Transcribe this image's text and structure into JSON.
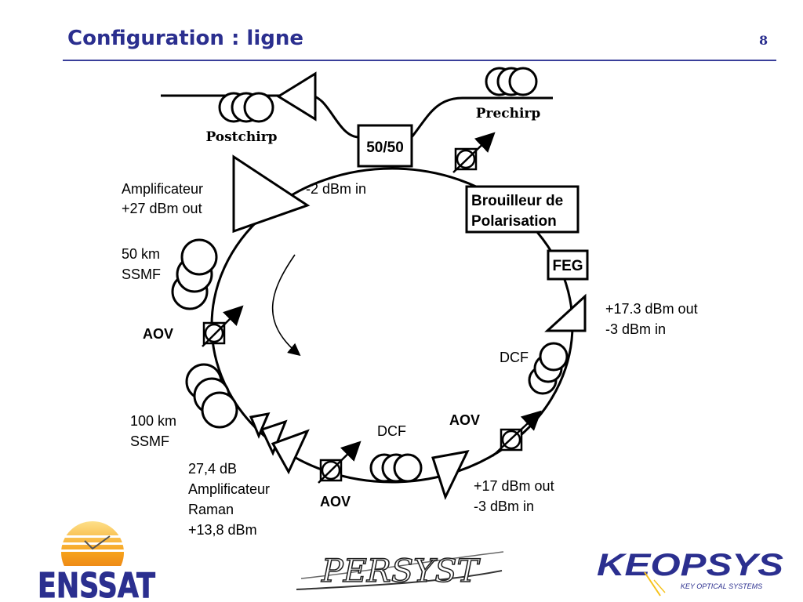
{
  "header": {
    "title": "Configuration : ligne",
    "page_number": "8"
  },
  "diagram": {
    "coupler": "50/50",
    "postchirp": "Postchirp",
    "prechirp": "Prechirp",
    "amp_top_line1": "Amplificateur",
    "amp_top_line2": "+27 dBm out",
    "amp_top_in": "-2 dBm in",
    "scrambler_line1": "Brouilleur de",
    "scrambler_line2": "Polarisation",
    "feg": "FEG",
    "fiber50_line1": "50 km",
    "fiber50_line2": "SSMF",
    "aov_left": "AOV",
    "amp_right_out": "+17.3 dBm out",
    "amp_right_in": "-3 dBm in",
    "dcf_right": "DCF",
    "fiber100_line1": "100 km",
    "fiber100_line2": "SSMF",
    "aov_bottom_right": "AOV",
    "dcf_bottom": "DCF",
    "raman_line1": "27,4 dB",
    "raman_line2": "Amplificateur",
    "raman_line3": "Raman",
    "raman_line4": "+13,8 dBm",
    "aov_bottom": "AOV",
    "amp_bottom_out": "+17 dBm out",
    "amp_bottom_in": "-3 dBm in"
  },
  "logos": {
    "enssat": "ENSSAT",
    "persyst": "PERSYST",
    "keopsys": "KEOPSYS",
    "keopsys_tagline": "KEY OPTICAL SYSTEMS"
  },
  "colors": {
    "title": "#2b2f8f",
    "keopsys": "#2b2f8f",
    "enssat_sun": "#f6a21b"
  }
}
